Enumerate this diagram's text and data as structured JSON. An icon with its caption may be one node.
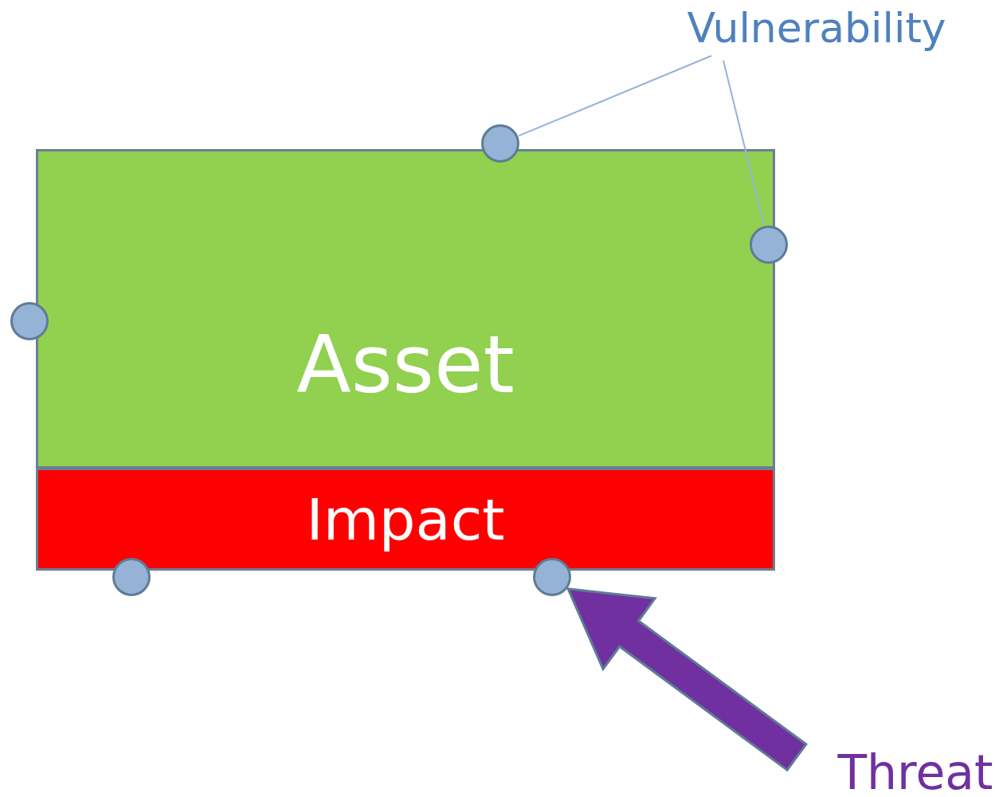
{
  "diagram": {
    "nodes": [
      {
        "text": [
          "Vulnerability"
        ]
      },
      {
        "text": [
          "Asset"
        ]
      },
      {
        "text": [
          "Impact"
        ]
      },
      {
        "text": [],
        "shape": "circle"
      },
      {
        "text": [],
        "shape": "circle"
      },
      {
        "text": [],
        "shape": "circle"
      },
      {
        "text": [],
        "shape": "circle"
      },
      {
        "text": [],
        "shape": "circle"
      },
      {
        "text": [
          "Threat"
        ]
      }
    ],
    "edges": [
      {
        "from": 0,
        "to": 3,
        "arrow": "none",
        "color": "#95b3d7"
      },
      {
        "from": 0,
        "to": 4,
        "arrow": "none",
        "color": "#95b3d7"
      },
      {
        "from": 8,
        "to": 7,
        "arrow": "to",
        "style": "thick",
        "color": "#7030a0"
      }
    ]
  }
}
